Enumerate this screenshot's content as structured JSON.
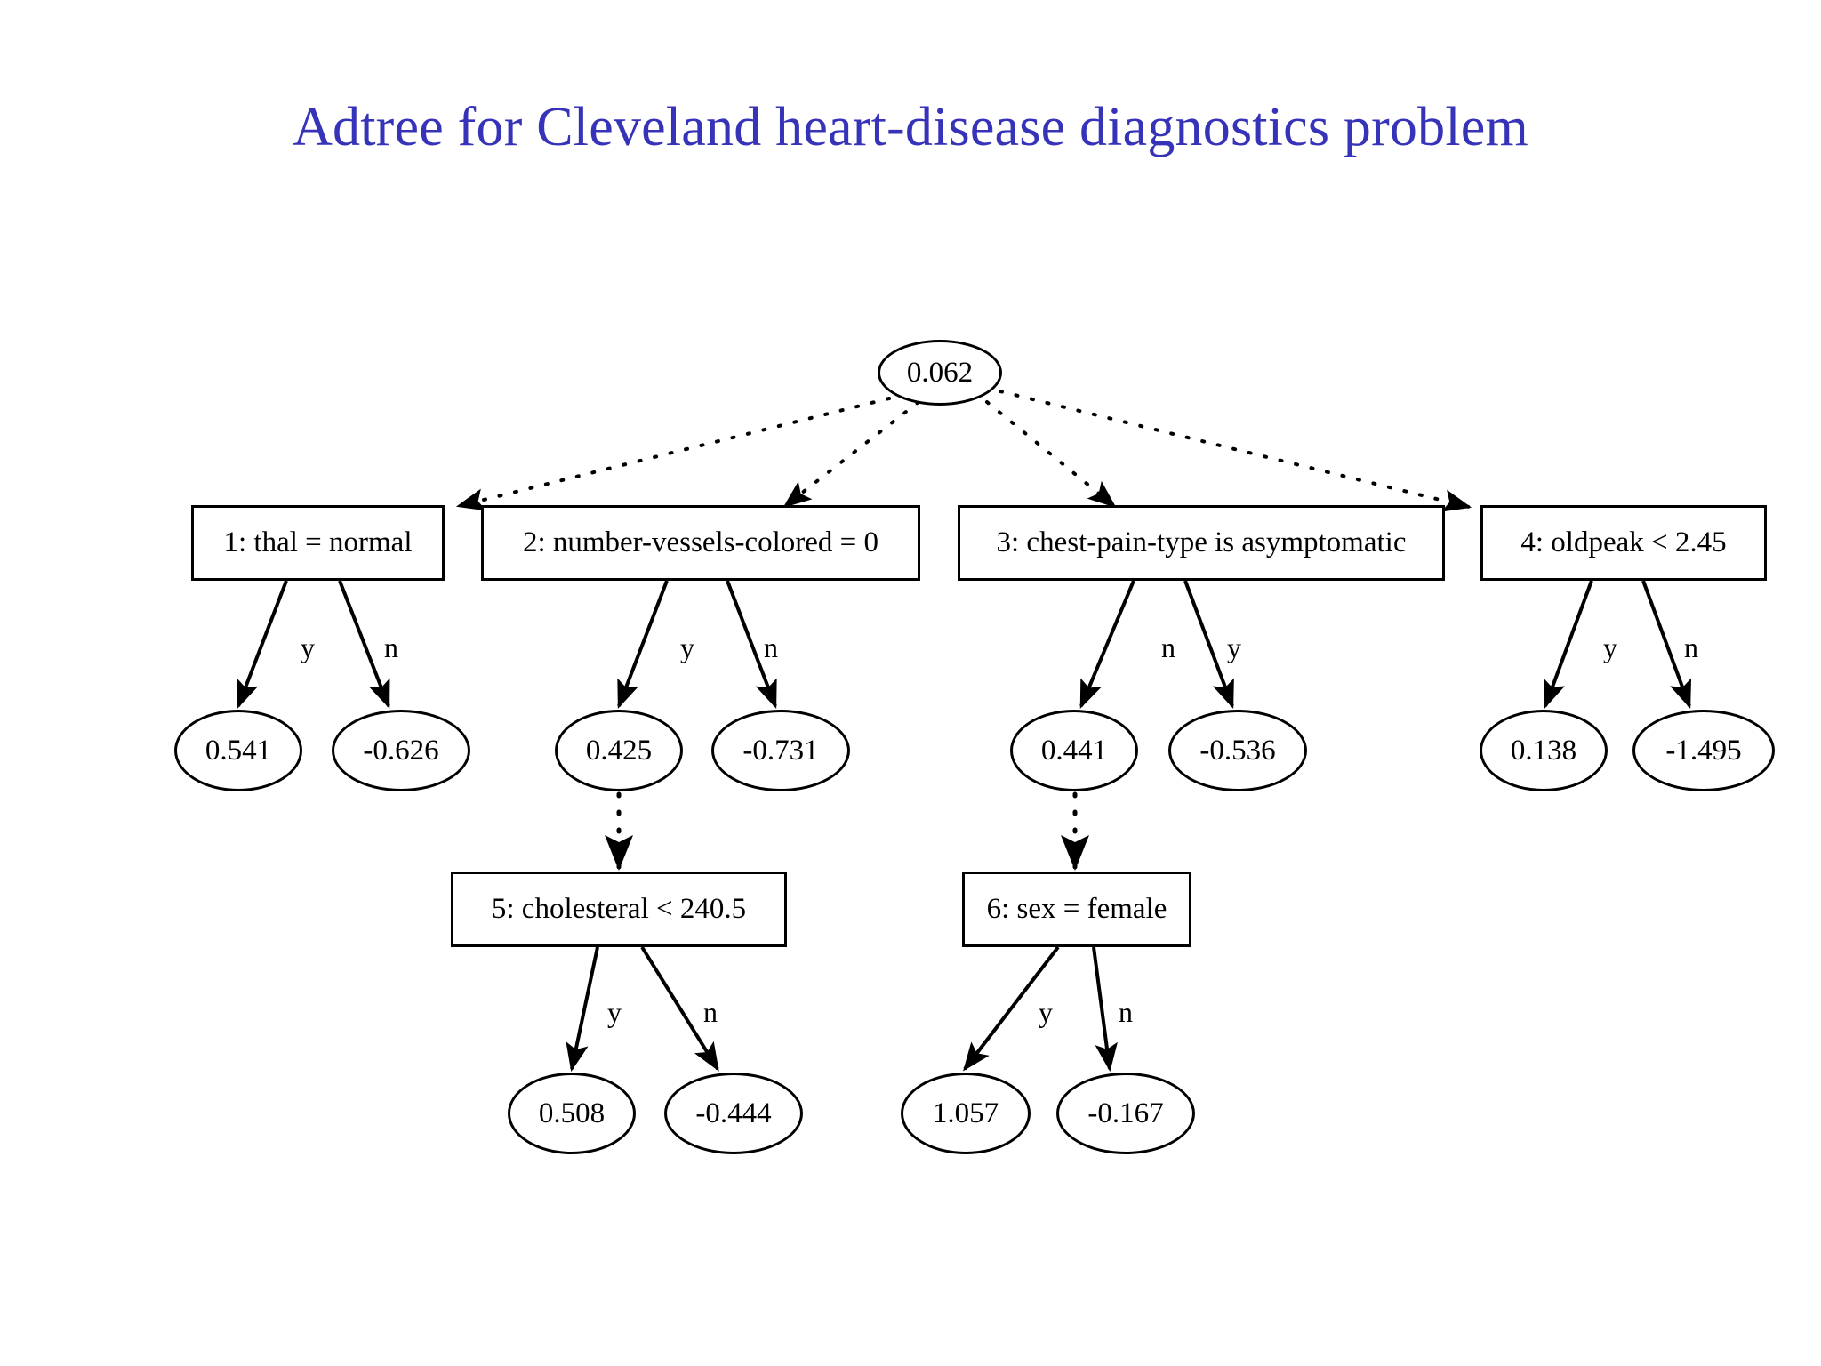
{
  "title": "Adtree for Cleveland heart-disease diagnostics problem",
  "colors": {
    "title": "#3733b9",
    "stroke": "#000000",
    "background": "#ffffff"
  },
  "chart_data": {
    "type": "diagram",
    "diagram_kind": "alternating-decision-tree",
    "title": "Adtree for Cleveland heart-disease diagnostics problem",
    "root": {
      "id": "root",
      "shape": "ellipse",
      "value": "0.062"
    },
    "splitter_nodes": [
      {
        "id": "s1",
        "index": "1",
        "label": "1:  thal = normal",
        "condition": "thal = normal",
        "parent": "root",
        "edge_style": "dotted"
      },
      {
        "id": "s2",
        "index": "2",
        "label": "2:  number-vessels-colored = 0",
        "condition": "number-vessels-colored = 0",
        "parent": "root",
        "edge_style": "dotted"
      },
      {
        "id": "s3",
        "index": "3",
        "label": "3:  chest-pain-type is asymptomatic",
        "condition": "chest-pain-type is asymptomatic",
        "parent": "root",
        "edge_style": "dotted"
      },
      {
        "id": "s4",
        "index": "4",
        "label": "4:  oldpeak < 2.45",
        "condition": "oldpeak < 2.45",
        "parent": "root",
        "edge_style": "dotted"
      },
      {
        "id": "s5",
        "index": "5",
        "label": "5:  cholesteral < 240.5",
        "condition": "cholesteral < 240.5",
        "parent": "p2y",
        "edge_style": "dotted"
      },
      {
        "id": "s6",
        "index": "6",
        "label": "6:  sex = female",
        "condition": "sex = female",
        "parent": "p3n",
        "edge_style": "dotted"
      }
    ],
    "prediction_nodes": [
      {
        "id": "p1y",
        "value": "0.541",
        "parent": "s1",
        "branch": "y"
      },
      {
        "id": "p1n",
        "value": "-0.626",
        "parent": "s1",
        "branch": "n"
      },
      {
        "id": "p2y",
        "value": "0.425",
        "parent": "s2",
        "branch": "y"
      },
      {
        "id": "p2n",
        "value": "-0.731",
        "parent": "s2",
        "branch": "n"
      },
      {
        "id": "p3n",
        "value": "0.441",
        "parent": "s3",
        "branch": "n"
      },
      {
        "id": "p3y",
        "value": "-0.536",
        "parent": "s3",
        "branch": "y"
      },
      {
        "id": "p4y",
        "value": "0.138",
        "parent": "s4",
        "branch": "y"
      },
      {
        "id": "p4n",
        "value": "-1.495",
        "parent": "s4",
        "branch": "n"
      },
      {
        "id": "p5y",
        "value": "0.508",
        "parent": "s5",
        "branch": "y"
      },
      {
        "id": "p5n",
        "value": "-0.444",
        "parent": "s5",
        "branch": "n"
      },
      {
        "id": "p6y",
        "value": "1.057",
        "parent": "s6",
        "branch": "y"
      },
      {
        "id": "p6n",
        "value": "-0.167",
        "parent": "s6",
        "branch": "n"
      }
    ],
    "edge_labels": [
      "y",
      "n",
      "y",
      "n",
      "n",
      "y",
      "y",
      "n",
      "y",
      "n",
      "y",
      "n"
    ]
  },
  "nodes": {
    "root": {
      "value": "0.062"
    },
    "split1": {
      "label": "1:  thal = normal"
    },
    "split2": {
      "label": "2:  number-vessels-colored = 0"
    },
    "split3": {
      "label": "3:  chest-pain-type is asymptomatic"
    },
    "split4": {
      "label": "4:  oldpeak < 2.45"
    },
    "split5": {
      "label": "5:  cholesteral < 240.5"
    },
    "split6": {
      "label": "6:  sex = female"
    },
    "leaf1y": {
      "value": "0.541"
    },
    "leaf1n": {
      "value": "-0.626"
    },
    "leaf2y": {
      "value": "0.425"
    },
    "leaf2n": {
      "value": "-0.731"
    },
    "leaf3n": {
      "value": "0.441"
    },
    "leaf3y": {
      "value": "-0.536"
    },
    "leaf4y": {
      "value": "0.138"
    },
    "leaf4n": {
      "value": "-1.495"
    },
    "leaf5y": {
      "value": "0.508"
    },
    "leaf5n": {
      "value": "-0.444"
    },
    "leaf6y": {
      "value": "1.057"
    },
    "leaf6n": {
      "value": "-0.167"
    }
  },
  "labels": {
    "b1y": "y",
    "b1n": "n",
    "b2y": "y",
    "b2n": "n",
    "b3n": "n",
    "b3y": "y",
    "b4y": "y",
    "b4n": "n",
    "b5y": "y",
    "b5n": "n",
    "b6y": "y",
    "b6n": "n"
  }
}
